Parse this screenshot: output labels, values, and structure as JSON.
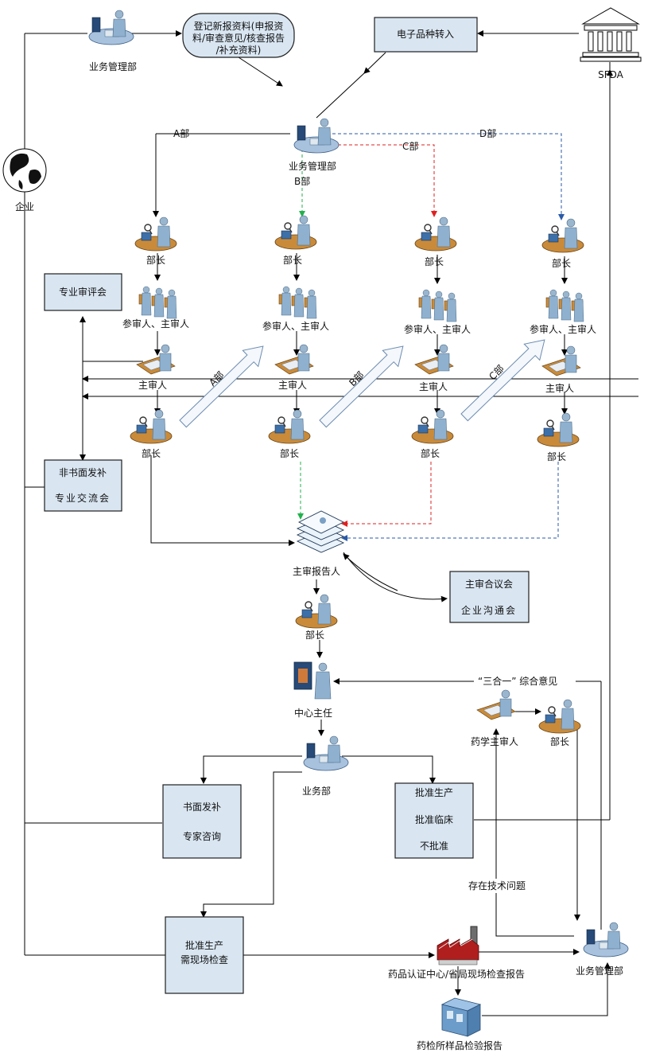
{
  "labels": {
    "biz_mgmt_top": "业务管理部",
    "register_line1": "登记新报资料(申报资",
    "register_line2": "料/审查意见/核查报告",
    "register_line3": "/补充资料)",
    "electronic_transfer": "电子品种转入",
    "sfda": "SFDA",
    "enterprise": "企业",
    "biz_mgmt_center": "业务管理部",
    "dept_a": "A部",
    "dept_b": "B部",
    "dept_c": "C部",
    "dept_d": "D部",
    "minister": "部长",
    "co_reviewer": "参审人、主审人",
    "main_reviewer": "主审人",
    "expert_meeting": "专业审评会",
    "non_written_line1": "非书面发补",
    "non_written_line2": "专业交流会",
    "arrow_a": "A部",
    "arrow_b": "B部",
    "arrow_c": "C部",
    "main_report": "主审报告人",
    "meeting_line1": "主审合议会",
    "meeting_line2": "企业沟通会",
    "center_director": "中心主任",
    "three_in_one": "“三合一” 综合意见",
    "pharma_reviewer": "药学主审人",
    "business_dept": "业务部",
    "written_line1": "书面发补",
    "written_line2": "专家咨询",
    "approve_line1": "批准生产",
    "approve_line2": "批准临床",
    "approve_line3": "不批准",
    "tech_issue": "存在技术问题",
    "onsite_line1": "批准生产",
    "onsite_line2": "需现场检查",
    "cert_report": "药品认证中心/省局现场检查报告",
    "biz_mgmt_bottom": "业务管理部",
    "lab_report": "药检所样品检验报告"
  },
  "colors": {
    "box_fill": "#d9e6f2",
    "line": "#000000",
    "green_dashed": "#22b14c",
    "red_dashed": "#e02020",
    "blue_dashed": "#2a5aa8"
  }
}
